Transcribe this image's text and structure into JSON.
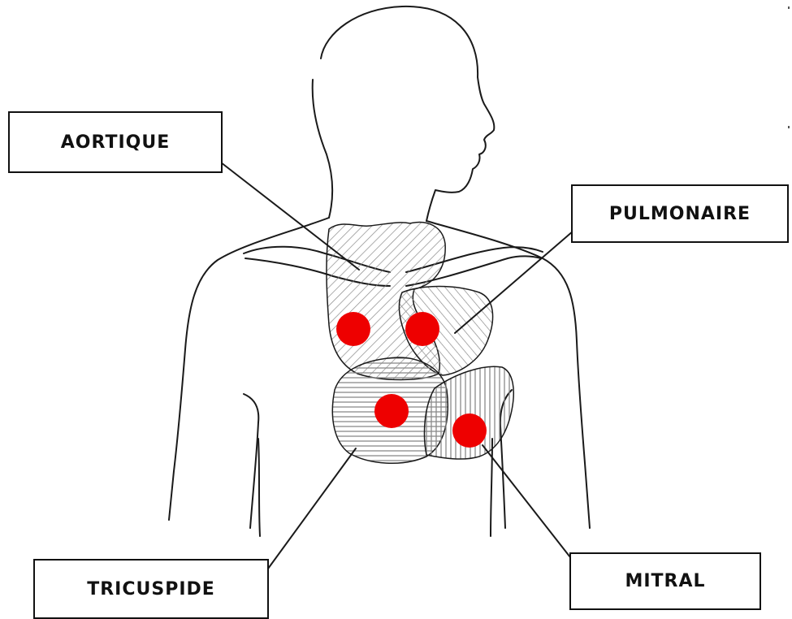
{
  "labels": {
    "aortique": "AORTIQUE",
    "pulmonaire": "PULMONAIRE",
    "tricuspide": "TRICUSPIDE",
    "mitral": "MITRAL"
  },
  "colors": {
    "line": "#1a1a1a",
    "hatch": "#8a8a8a",
    "dot": "#ee0000",
    "background": "#ffffff"
  }
}
